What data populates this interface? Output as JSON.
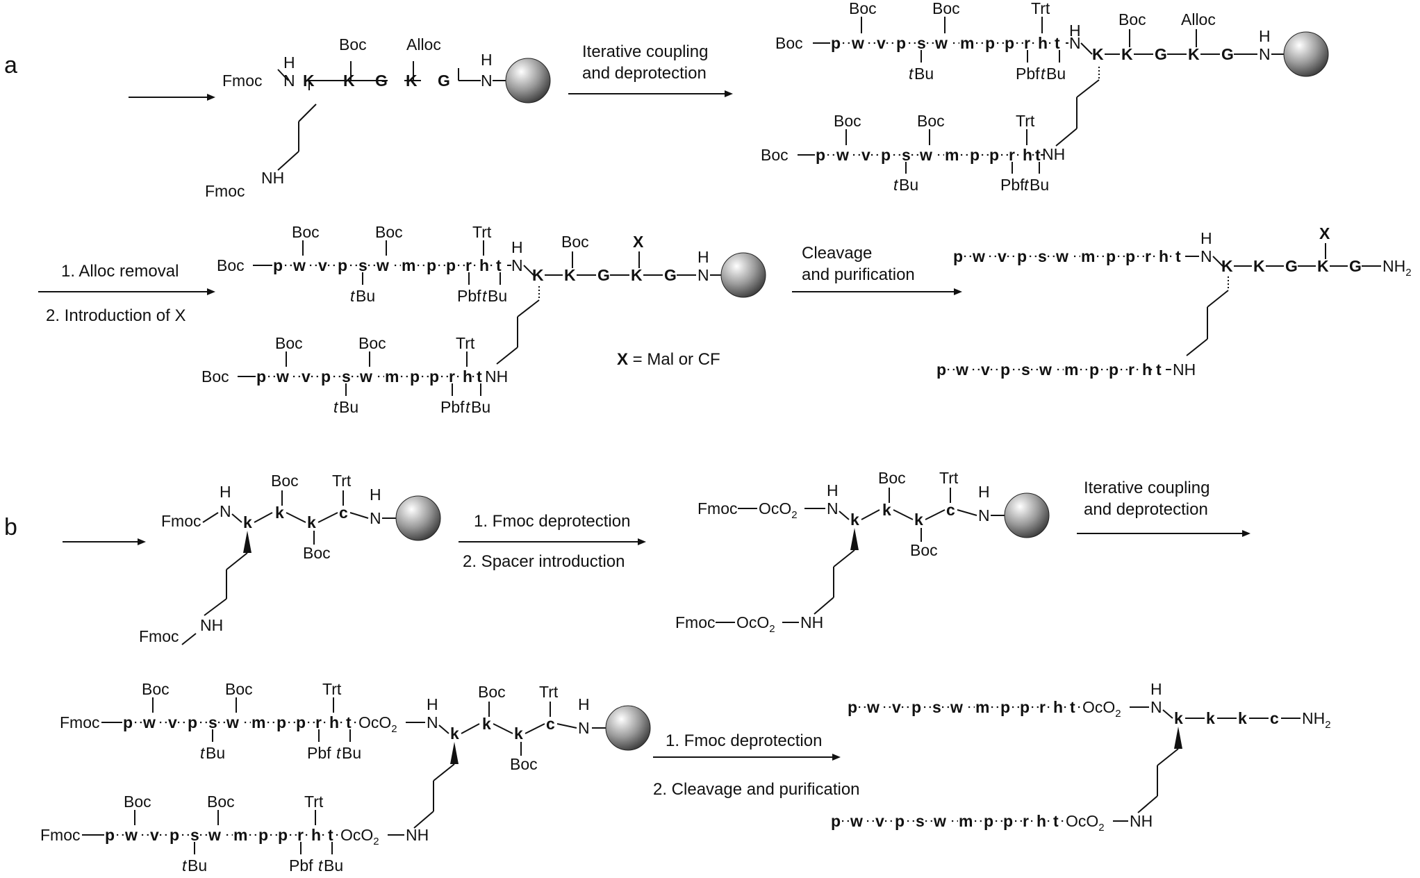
{
  "panels": {
    "a": "a",
    "b": "b"
  },
  "common": {
    "boc": "Boc",
    "fmoc": "Fmoc",
    "trt": "Trt",
    "pbf": "Pbf",
    "tbu_t": "t",
    "tbu_bu": "Bu",
    "nh": "NH",
    "n": "N",
    "h": "H",
    "nh2": "NH",
    "sub2": "2",
    "oco2": "OcO",
    "alloc": "Alloc",
    "x": "X"
  },
  "residues": {
    "p": "p",
    "w": "w",
    "v": "v",
    "s": "s",
    "m": "m",
    "r": "r",
    "h": "h",
    "t": "t",
    "K": "K",
    "G": "G",
    "k": "k",
    "c": "c"
  },
  "arrows": {
    "a1": {
      "line1": "Iterative coupling",
      "line2": "and deprotection"
    },
    "a2": {
      "line1": "1. Alloc removal",
      "line2": "2. Introduction of X"
    },
    "a3": {
      "line1": "Cleavage",
      "line2": "and purification"
    },
    "b1": {
      "line1": "1. Fmoc deprotection",
      "line2": "2. Spacer introduction"
    },
    "b2": {
      "line1": "Iterative coupling",
      "line2": "and deprotection"
    },
    "b3": {
      "line1": "1. Fmoc deprotection",
      "line2": "2. Cleavage and purification"
    }
  },
  "x_definition": {
    "x": "X",
    "rest": " = Mal or CF"
  },
  "colors": {
    "ink": "#111111",
    "bead_light": "#ffffff",
    "bead_dark": "#3a3a3a"
  }
}
